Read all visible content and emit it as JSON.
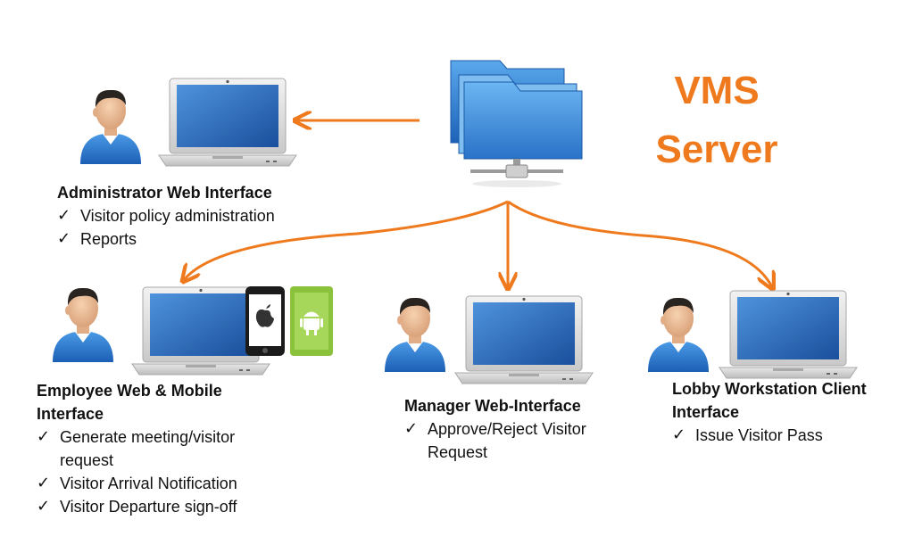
{
  "server": {
    "title_line1": "VMS",
    "title_line2": "Server",
    "icon": "server-folder-icon"
  },
  "colors": {
    "accent": "#ef7a1e",
    "folder": "#3a86d8",
    "laptop_screen": "#1f64b8",
    "person_shirt": "#2b7bd8"
  },
  "administrator": {
    "title": "Administrator Web Interface",
    "items": [
      "Visitor policy administration",
      "Reports"
    ]
  },
  "employee": {
    "title_line1": "Employee Web & Mobile",
    "title_line2": "Interface",
    "items": [
      {
        "line1": "Generate meeting/visitor",
        "line2": "request"
      },
      {
        "line1": "Visitor Arrival Notification"
      },
      {
        "line1": "Visitor Departure sign-off"
      }
    ]
  },
  "manager": {
    "title": "Manager Web-Interface",
    "items": [
      {
        "line1": "Approve/Reject Visitor",
        "line2": "Request"
      }
    ]
  },
  "lobby": {
    "title_line1": "Lobby Workstation Client",
    "title_line2": "Interface",
    "items": [
      "Issue Visitor Pass"
    ]
  },
  "checkmark": "✓"
}
